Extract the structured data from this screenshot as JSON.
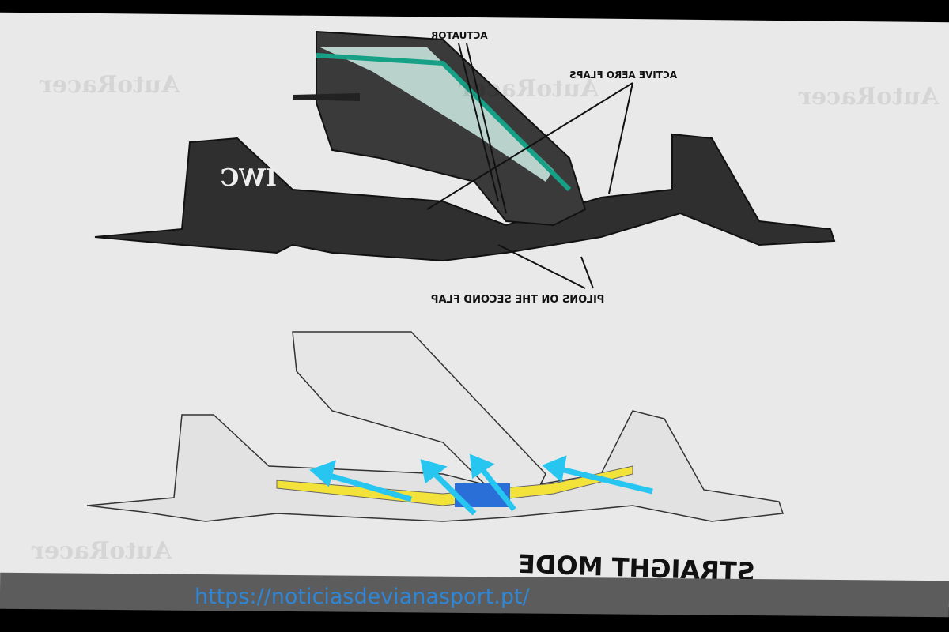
{
  "labels": {
    "actuator": "ACTUATOR",
    "active_aero_flaps": "ACTIVE AERO FLAPS",
    "pilons": "PILONS ON THE SECOND FLAP",
    "mode": "STRAIGHT MODE"
  },
  "watermark": "AutoRacer",
  "url": "https://noticiasdevianasport.pt/",
  "colors": {
    "flow_arrows": "#27c6f0",
    "flap_highlight": "#f3e23a",
    "actuator_block": "#2a6fd8",
    "url": "#2f86d6"
  }
}
